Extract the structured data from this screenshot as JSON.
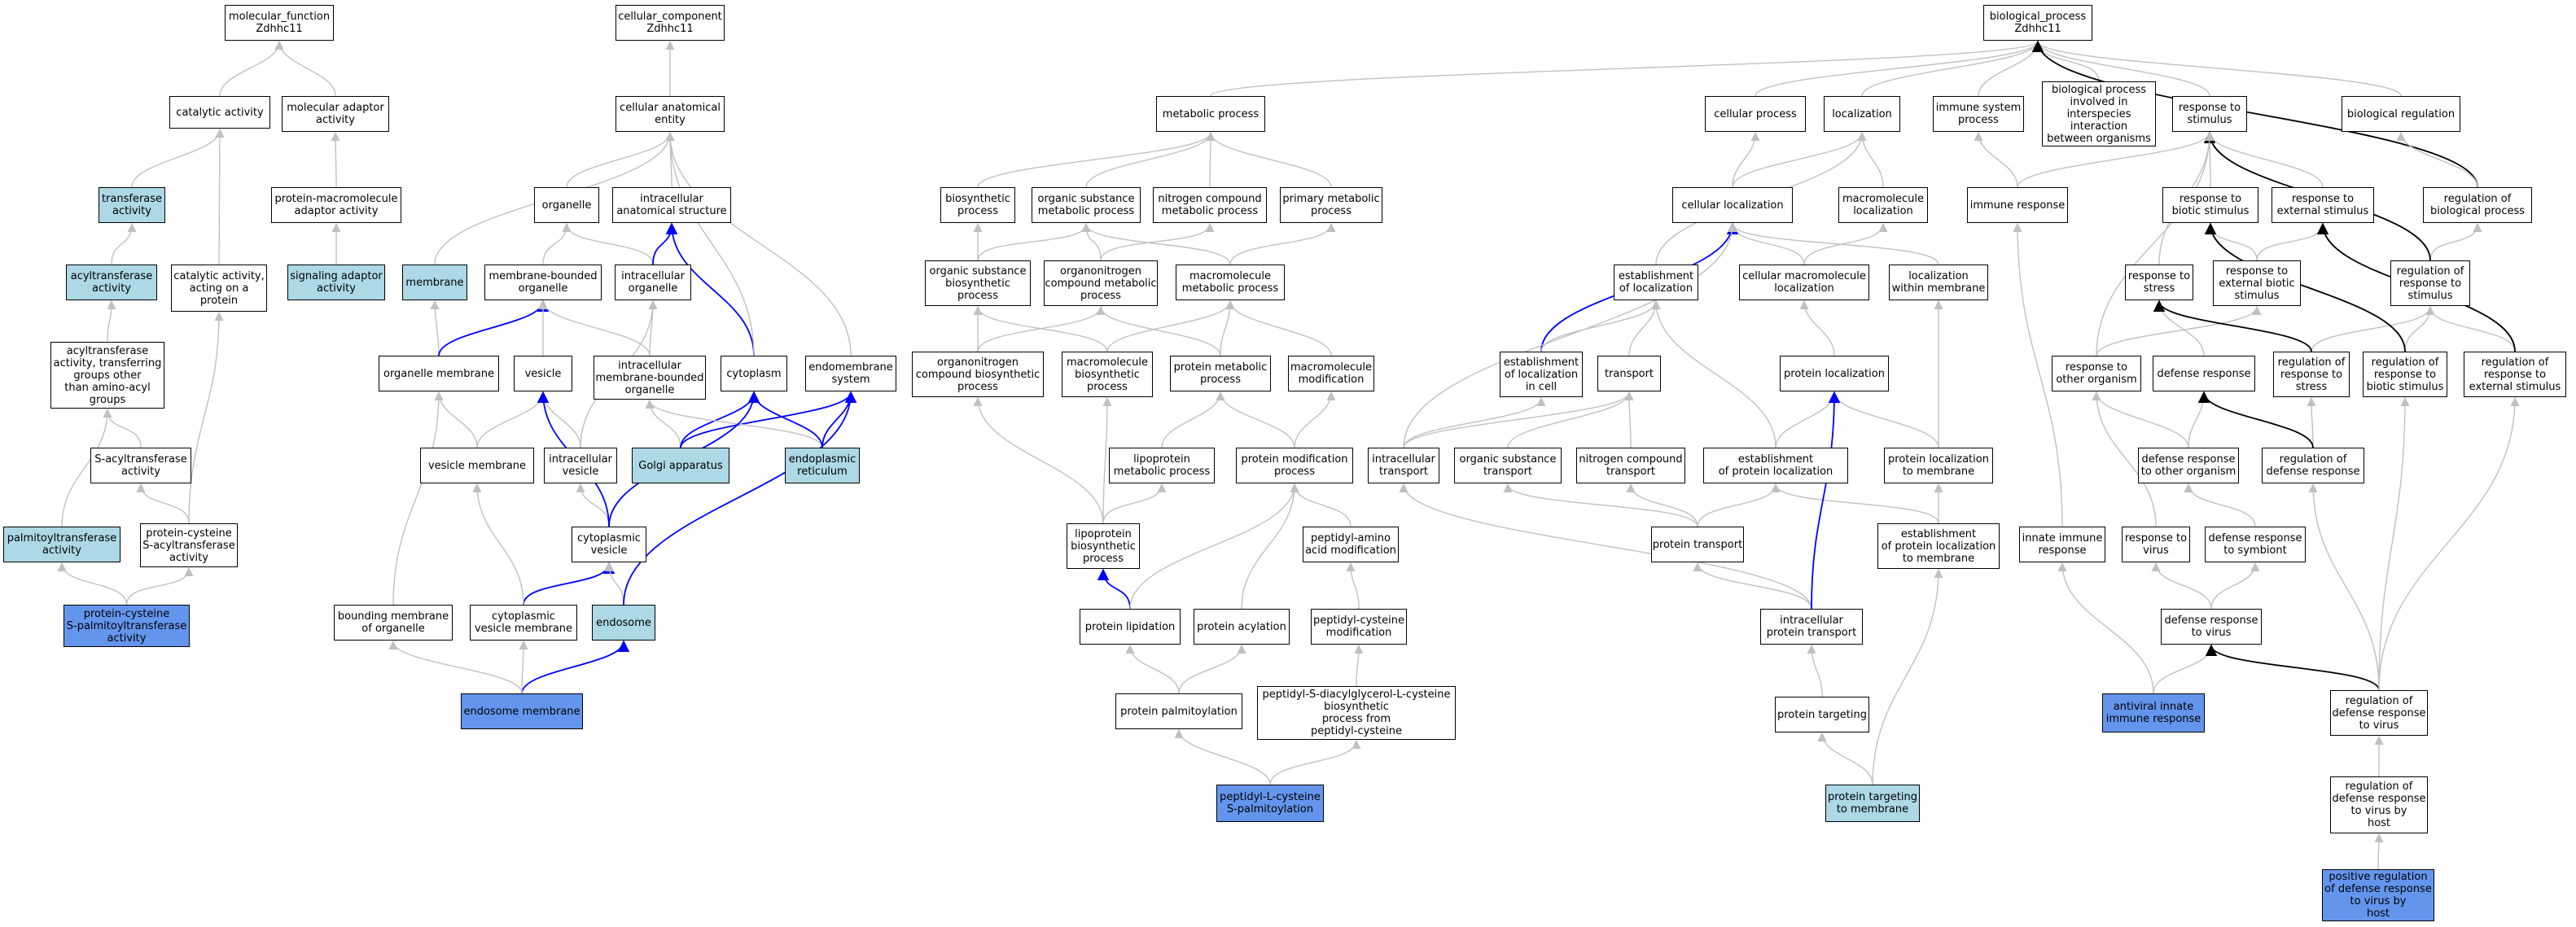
{
  "colors": {
    "light": "#add8e6",
    "dark": "#6495ed",
    "grey_edge": "#c0c0c0",
    "blue_edge": "#0000ff",
    "black_edge": "#000000"
  },
  "nodes": {
    "mf_root": {
      "label": "molecular_function\nZdhhc11",
      "style": "white"
    },
    "catalytic": {
      "label": "catalytic activity",
      "style": "white"
    },
    "mol_adaptor": {
      "label": "molecular adaptor\nactivity",
      "style": "white"
    },
    "transferase": {
      "label": "transferase\nactivity",
      "style": "light"
    },
    "pm_adaptor": {
      "label": "protein-macromolecule\nadaptor activity",
      "style": "white"
    },
    "acyltransferase": {
      "label": "acyltransferase\nactivity",
      "style": "light"
    },
    "signaling_adaptor": {
      "label": "signaling adaptor\nactivity",
      "style": "light"
    },
    "catalytic_protein": {
      "label": "catalytic activity,\nacting on a\nprotein",
      "style": "white"
    },
    "acyl_other": {
      "label": "acyltransferase\nactivity, transferring\ngroups other\nthan amino-acyl\ngroups",
      "style": "white"
    },
    "s_acyl": {
      "label": "S-acyltransferase\nactivity",
      "style": "white"
    },
    "palmitoyl": {
      "label": "palmitoyltransferase\nactivity",
      "style": "light"
    },
    "pc_s_acyl": {
      "label": "protein-cysteine\nS-acyltransferase\nactivity",
      "style": "white"
    },
    "pc_s_palm": {
      "label": "protein-cysteine\nS-palmitoyltransferase\nactivity",
      "style": "blue"
    },
    "cc_root": {
      "label": "cellular_component\nZdhhc11",
      "style": "white"
    },
    "anat_entity": {
      "label": "cellular anatomical\nentity",
      "style": "white"
    },
    "organelle": {
      "label": "organelle",
      "style": "white"
    },
    "intra_anat": {
      "label": "intracellular\nanatomical structure",
      "style": "white"
    },
    "membrane": {
      "label": "membrane",
      "style": "light"
    },
    "mb_organelle": {
      "label": "membrane-bounded\norganelle",
      "style": "white"
    },
    "intra_organelle": {
      "label": "intracellular\norganelle",
      "style": "white"
    },
    "organelle_membrane": {
      "label": "organelle membrane",
      "style": "white"
    },
    "vesicle": {
      "label": "vesicle",
      "style": "white"
    },
    "intra_mb_organelle": {
      "label": "intracellular\nmembrane-bounded\norganelle",
      "style": "white"
    },
    "cytoplasm": {
      "label": "cytoplasm",
      "style": "white"
    },
    "endomembrane": {
      "label": "endomembrane\nsystem",
      "style": "white"
    },
    "vesicle_membrane": {
      "label": "vesicle membrane",
      "style": "white"
    },
    "intra_vesicle": {
      "label": "intracellular\nvesicle",
      "style": "white"
    },
    "golgi": {
      "label": "Golgi apparatus",
      "style": "light"
    },
    "er": {
      "label": "endoplasmic\nreticulum",
      "style": "light"
    },
    "cyto_vesicle": {
      "label": "cytoplasmic\nvesicle",
      "style": "white"
    },
    "bounding_membrane": {
      "label": "bounding membrane\nof organelle",
      "style": "white"
    },
    "cyto_vesicle_membrane": {
      "label": "cytoplasmic\nvesicle membrane",
      "style": "white"
    },
    "endosome": {
      "label": "endosome",
      "style": "light"
    },
    "endosome_membrane": {
      "label": "endosome membrane",
      "style": "blue"
    },
    "bp_root": {
      "label": "biological_process\nZdhhc11",
      "style": "white"
    },
    "metabolic": {
      "label": "metabolic process",
      "style": "white"
    },
    "cellular_process": {
      "label": "cellular process",
      "style": "white"
    },
    "localization": {
      "label": "localization",
      "style": "white"
    },
    "immune_system": {
      "label": "immune system\nprocess",
      "style": "white"
    },
    "interspecies": {
      "label": "biological process\ninvolved in\ninterspecies\ninteraction\nbetween organisms",
      "style": "white"
    },
    "response_stimulus": {
      "label": "response to\nstimulus",
      "style": "white"
    },
    "bio_regulation": {
      "label": "biological regulation",
      "style": "white"
    },
    "biosynthetic": {
      "label": "biosynthetic\nprocess",
      "style": "white"
    },
    "org_sub_metab": {
      "label": "organic substance\nmetabolic process",
      "style": "white"
    },
    "n_compound_metab": {
      "label": "nitrogen compound\nmetabolic process",
      "style": "white"
    },
    "primary_metab": {
      "label": "primary metabolic\nprocess",
      "style": "white"
    },
    "cellular_localization": {
      "label": "cellular localization",
      "style": "white"
    },
    "macromol_localization": {
      "label": "macromolecule\nlocalization",
      "style": "white"
    },
    "immune_response": {
      "label": "immune response",
      "style": "white"
    },
    "resp_biotic": {
      "label": "response to\nbiotic stimulus",
      "style": "white"
    },
    "resp_external": {
      "label": "response to\nexternal stimulus",
      "style": "white"
    },
    "reg_bio_process": {
      "label": "regulation of\nbiological process",
      "style": "white"
    },
    "org_sub_biosyn": {
      "label": "organic substance\nbiosynthetic\nprocess",
      "style": "white"
    },
    "organonitrogen_metab": {
      "label": "organonitrogen\ncompound metabolic\nprocess",
      "style": "white"
    },
    "macromol_metab": {
      "label": "macromolecule\nmetabolic process",
      "style": "white"
    },
    "est_localization": {
      "label": "establishment\nof localization",
      "style": "white"
    },
    "cell_macromol_loc": {
      "label": "cellular macromolecule\nlocalization",
      "style": "white"
    },
    "loc_within_membrane": {
      "label": "localization\nwithin membrane",
      "style": "white"
    },
    "resp_stress": {
      "label": "response to\nstress",
      "style": "white"
    },
    "resp_ext_biotic": {
      "label": "response to\nexternal biotic\nstimulus",
      "style": "white"
    },
    "reg_resp_stimulus": {
      "label": "regulation of\nresponse to\nstimulus",
      "style": "white"
    },
    "organonitrogen_biosyn": {
      "label": "organonitrogen\ncompound biosynthetic\nprocess",
      "style": "white"
    },
    "macromol_biosyn": {
      "label": "macromolecule\nbiosynthetic\nprocess",
      "style": "white"
    },
    "protein_metab": {
      "label": "protein metabolic\nprocess",
      "style": "white"
    },
    "macromol_mod": {
      "label": "macromolecule\nmodification",
      "style": "white"
    },
    "est_loc_cell": {
      "label": "establishment\nof localization\nin cell",
      "style": "white"
    },
    "transport": {
      "label": "transport",
      "style": "white"
    },
    "protein_localization": {
      "label": "protein localization",
      "style": "white"
    },
    "resp_other_org": {
      "label": "response to\nother organism",
      "style": "white"
    },
    "defense_response": {
      "label": "defense response",
      "style": "white"
    },
    "reg_resp_stress": {
      "label": "regulation of\nresponse to\nstress",
      "style": "white"
    },
    "reg_resp_biotic": {
      "label": "regulation of\nresponse to\nbiotic stimulus",
      "style": "white"
    },
    "reg_resp_external": {
      "label": "regulation of\nresponse to\nexternal stimulus",
      "style": "white"
    },
    "lipoprotein_metab": {
      "label": "lipoprotein\nmetabolic process",
      "style": "white"
    },
    "protein_mod": {
      "label": "protein modification\nprocess",
      "style": "white"
    },
    "intracellular_transport": {
      "label": "intracellular\ntransport",
      "style": "white"
    },
    "org_sub_transport": {
      "label": "organic substance\ntransport",
      "style": "white"
    },
    "n_compound_transport": {
      "label": "nitrogen compound\ntransport",
      "style": "white"
    },
    "est_protein_loc": {
      "label": "establishment\nof protein localization",
      "style": "white"
    },
    "protein_loc_membrane": {
      "label": "protein localization\nto membrane",
      "style": "white"
    },
    "defense_other_org": {
      "label": "defense response\nto other organism",
      "style": "white"
    },
    "reg_defense": {
      "label": "regulation of\ndefense response",
      "style": "white"
    },
    "lipoprotein_biosyn": {
      "label": "lipoprotein\nbiosynthetic\nprocess",
      "style": "white"
    },
    "peptidyl_amino_mod": {
      "label": "peptidyl-amino\nacid modification",
      "style": "white"
    },
    "protein_transport": {
      "label": "protein transport",
      "style": "white"
    },
    "est_protein_loc_membrane": {
      "label": "establishment\nof protein localization\nto membrane",
      "style": "white"
    },
    "innate_immune": {
      "label": "innate immune\nresponse",
      "style": "white"
    },
    "resp_virus": {
      "label": "response to\nvirus",
      "style": "white"
    },
    "defense_symbiont": {
      "label": "defense response\nto symbiont",
      "style": "white"
    },
    "protein_lipidation": {
      "label": "protein lipidation",
      "style": "white"
    },
    "protein_acylation": {
      "label": "protein acylation",
      "style": "white"
    },
    "peptidyl_cys_mod": {
      "label": "peptidyl-cysteine\nmodification",
      "style": "white"
    },
    "intra_protein_transport": {
      "label": "intracellular\nprotein transport",
      "style": "white"
    },
    "defense_virus": {
      "label": "defense response\nto virus",
      "style": "white"
    },
    "protein_palmitoylation": {
      "label": "protein palmitoylation",
      "style": "white"
    },
    "peptidyl_sdag": {
      "label": "peptidyl-S-diacylglycerol-L-cysteine\nbiosynthetic\nprocess from\npeptidyl-cysteine",
      "style": "white"
    },
    "protein_targeting": {
      "label": "protein targeting",
      "style": "white"
    },
    "antiviral_innate": {
      "label": "antiviral innate\nimmune response",
      "style": "blue"
    },
    "reg_defense_virus": {
      "label": "regulation of\ndefense response\nto virus",
      "style": "white"
    },
    "peptidyl_cys_palm": {
      "label": "peptidyl-L-cysteine\nS-palmitoylation",
      "style": "blue"
    },
    "protein_targeting_membrane": {
      "label": "protein targeting\nto membrane",
      "style": "light"
    },
    "reg_defense_virus_host": {
      "label": "regulation of\ndefense response\nto virus by\nhost",
      "style": "white"
    },
    "pos_reg_defense_virus_host": {
      "label": "positive regulation\nof defense response\nto virus by\nhost",
      "style": "blue"
    }
  }
}
